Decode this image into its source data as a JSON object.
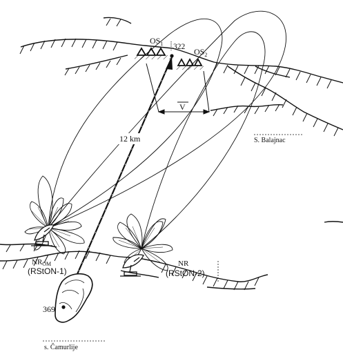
{
  "labels": {
    "os1": "OS",
    "os1_sub": "1",
    "os2": "OS",
    "os2_sub": "2",
    "point_322": "322",
    "v_label": "V",
    "distance": "12 km",
    "balajnac": "S. Balajnac",
    "nrom_main": "NR",
    "nrom_sub": "OM",
    "rston1": "(RStON-1)",
    "nr": "NR",
    "rston2": "(RStON-2)",
    "point_369": "369",
    "camurlije": "s. Čamurlije"
  },
  "colors": {
    "ink": "#111111",
    "background": "#ffffff"
  }
}
